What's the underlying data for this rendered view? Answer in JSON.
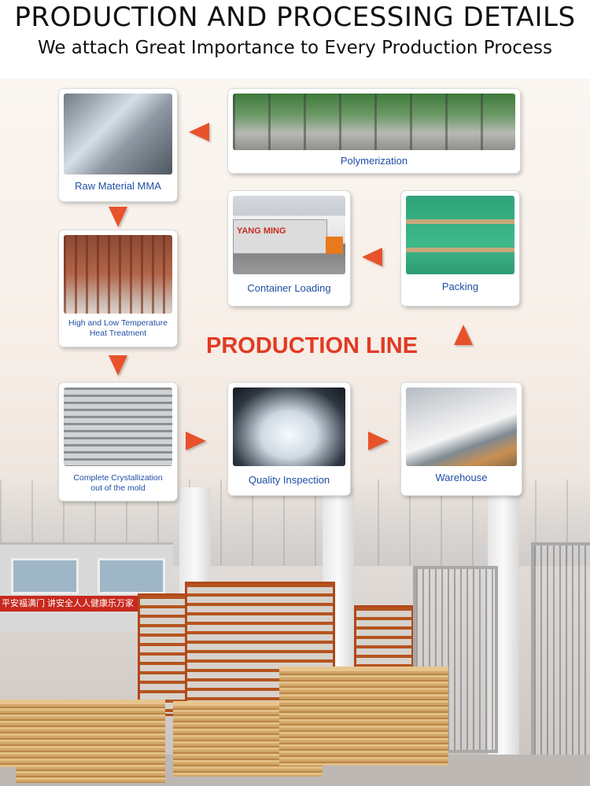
{
  "header": {
    "title": "PRODUCTION AND PROCESSING DETAILS",
    "subtitle": "We attach Great Importance to Every Production Process"
  },
  "production_line": "PRODUCTION LINE",
  "background_banner": "平安福满门  讲安全人人健康乐万家",
  "steps": {
    "raw_material": "Raw Material MMA",
    "polymerization": "Polymerization",
    "heat_treatment_line1": "High and Low Temperature",
    "heat_treatment_line2": "Heat Treatment",
    "container_loading": "Container Loading",
    "packing": "Packing",
    "crystallization_line1": "Complete Crystallization",
    "crystallization_line2": "out of the mold",
    "quality_inspection": "Quality Inspection",
    "warehouse": "Warehouse"
  },
  "truck_text": "YANG MING",
  "colors": {
    "accent_red": "#e23a24",
    "arrow": "#e8522a",
    "label_blue": "#1f4ea6"
  }
}
